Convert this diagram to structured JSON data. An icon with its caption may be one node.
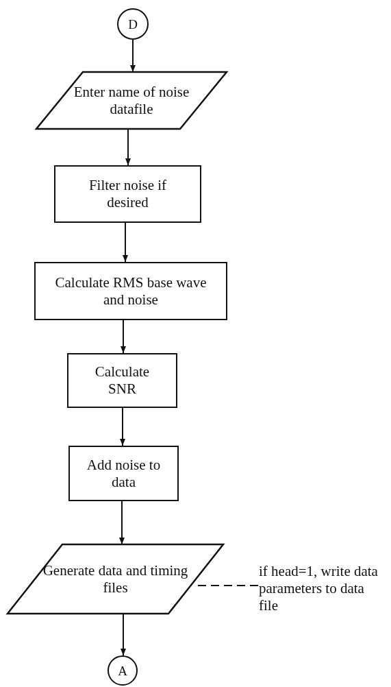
{
  "diagram": {
    "nodes": [
      {
        "text": [
          "D"
        ]
      },
      {
        "text": [
          "Enter name of noise datafile"
        ]
      },
      {
        "text": [
          "Filter noise if desired"
        ]
      },
      {
        "text": [
          "Calculate RMS base wave and noise"
        ]
      },
      {
        "text": [
          "Calculate SNR"
        ]
      },
      {
        "text": [
          "Add noise to data"
        ]
      },
      {
        "text": [
          "Generate data and timing files"
        ]
      },
      {
        "text": [
          "if head=1, write data parameters to data file"
        ]
      },
      {
        "text": [
          "A"
        ]
      }
    ],
    "edges": [
      {
        "from": 0,
        "to": 1,
        "arrow": "to"
      },
      {
        "from": 1,
        "to": 2,
        "arrow": "to"
      },
      {
        "from": 2,
        "to": 3,
        "arrow": "to"
      },
      {
        "from": 3,
        "to": 4,
        "arrow": "to"
      },
      {
        "from": 4,
        "to": 5,
        "arrow": "to"
      },
      {
        "from": 5,
        "to": 6,
        "arrow": "to"
      },
      {
        "from": 7,
        "to": 6,
        "arrow": "none",
        "style": "dashed"
      },
      {
        "from": 6,
        "to": 8,
        "arrow": "to"
      }
    ]
  }
}
